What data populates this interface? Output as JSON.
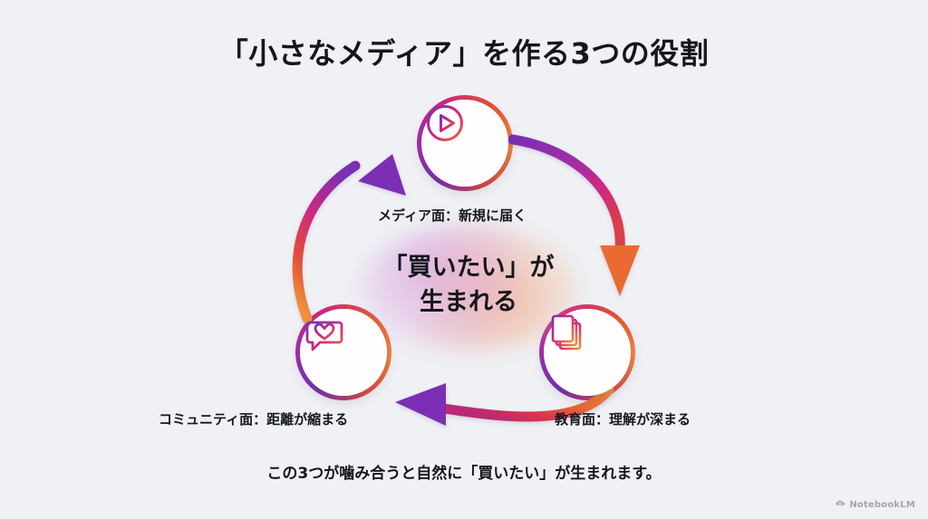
{
  "slide": {
    "background_color": "#eff1f5",
    "title": "「小さなメディア」を作る3つの役割",
    "caption": "この3つが噛み合うと自然に「買いたい」が生まれます。"
  },
  "center": {
    "line1": "「買いたい」が",
    "line2": "生まれる"
  },
  "nodes": [
    {
      "id": "media",
      "icon": "play-circle-icon",
      "label": "メディア面：新規に届く"
    },
    {
      "id": "education",
      "icon": "documents-stack-icon",
      "label": "教育面：理解が深まる"
    },
    {
      "id": "community",
      "icon": "chat-heart-icon",
      "label": "コミュニティ面：距離が縮まる"
    }
  ],
  "arrows": [
    {
      "id": "media-to-education",
      "direction": "down",
      "head_color": "#ea6a32"
    },
    {
      "id": "education-to-community",
      "direction": "left",
      "head_color": "#7b2fb5"
    },
    {
      "id": "community-to-media",
      "direction": "up-right",
      "head_color": "#7b2fb5"
    }
  ],
  "colors": {
    "purple": "#7b2fb5",
    "magenta": "#d1277f",
    "crimson": "#d83f4e",
    "orange": "#ea6a32",
    "amber": "#f0923c",
    "text": "#14161c"
  },
  "watermark": {
    "icon": "notebooklm-icon",
    "text": "NotebookLM"
  }
}
